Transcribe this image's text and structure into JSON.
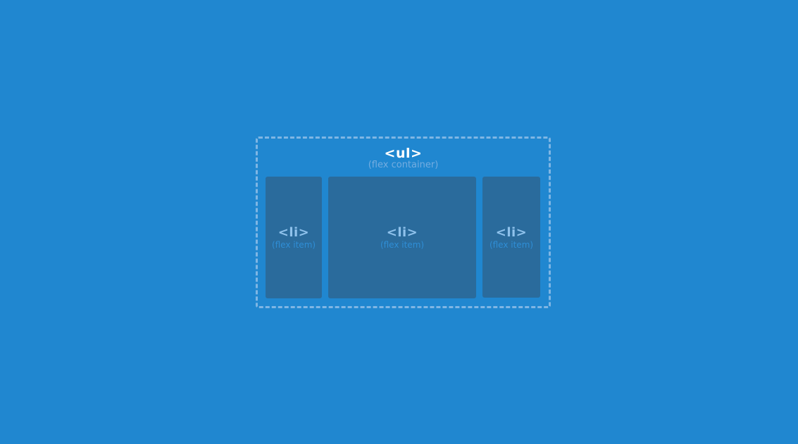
{
  "container": {
    "tag": "<ul>",
    "label": "(flex container)"
  },
  "items": [
    {
      "tag": "<li>",
      "label": "(flex item)"
    },
    {
      "tag": "<li>",
      "label": "(flex item)"
    },
    {
      "tag": "<li>",
      "label": "(flex item)"
    }
  ],
  "colors": {
    "background": "#2087d0",
    "container_border": "#7fb6e4",
    "item_fill": "#2a6b9c",
    "container_tag": "#ffffff"
  }
}
